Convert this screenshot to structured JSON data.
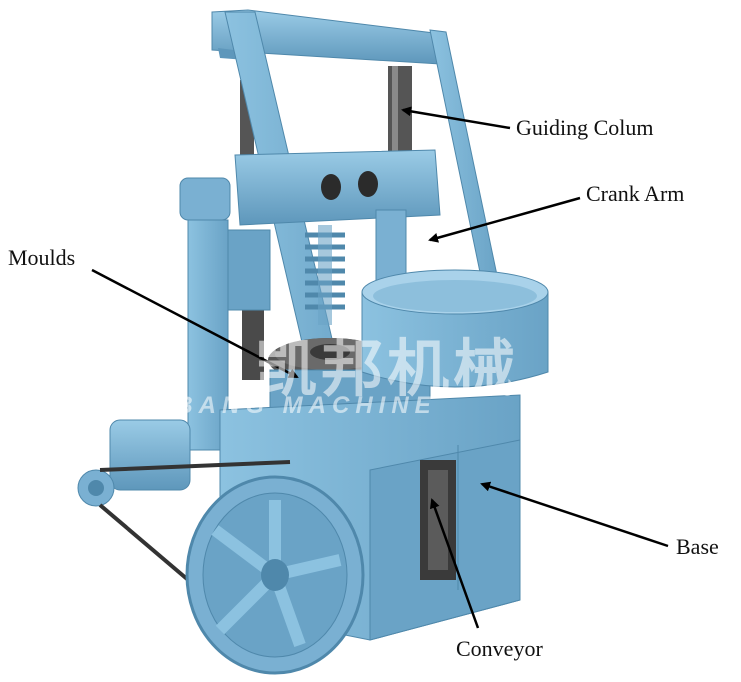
{
  "figure": {
    "type": "labeled photo diagram",
    "subject": "honeycomb briquette press machine",
    "colors": {
      "machine": "#7fb6d6",
      "machine_dark": "#4f88ab",
      "machine_shadow": "#3e6f8e",
      "steel": "#4a4a4a",
      "arrow": "#000000"
    }
  },
  "labels": {
    "guiding_column": "Guiding Colum",
    "crank_arm": "Crank Arm",
    "moulds": "Moulds",
    "base": "Base",
    "conveyor": "Conveyor"
  },
  "watermark": {
    "chinese": "凯邦机械",
    "english": "KAIBANG MACHINE"
  }
}
